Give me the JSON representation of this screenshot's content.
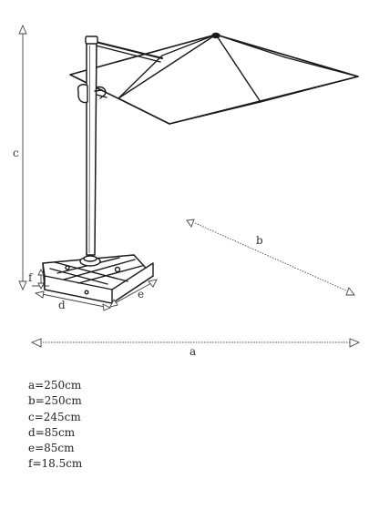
{
  "labels": {
    "a": "a",
    "b": "b",
    "c": "c",
    "d": "d",
    "e": "e",
    "f": "f"
  },
  "specs": [
    "a=250cm",
    "b=250cm",
    "c=245cm",
    "d=85cm",
    "e=85cm",
    "f=18.5cm"
  ]
}
